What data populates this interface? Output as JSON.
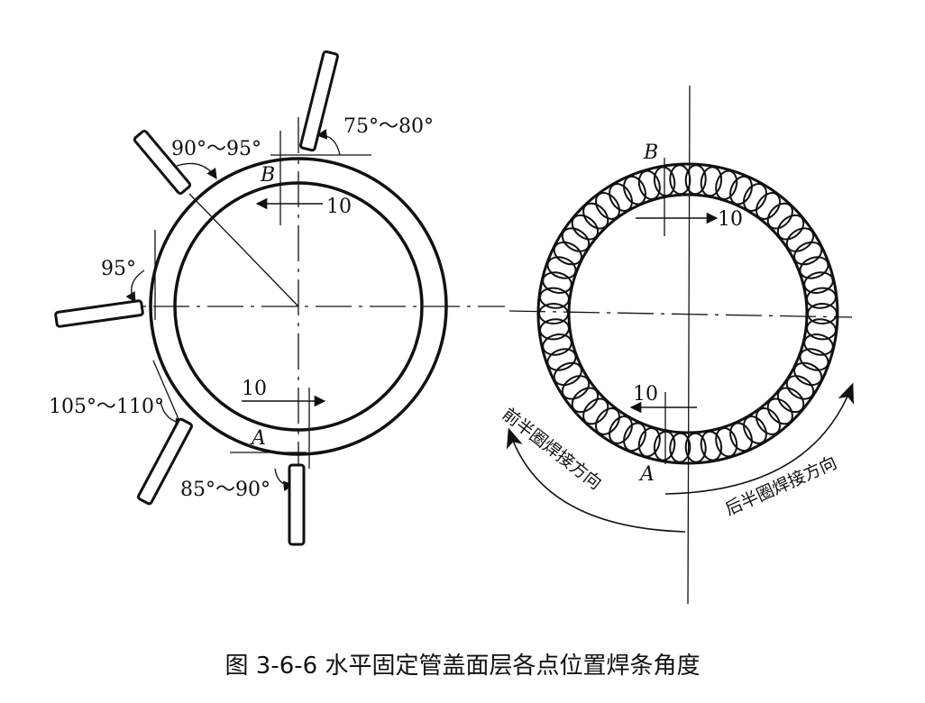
{
  "left_figure": {
    "angle_top": "75°～80°",
    "angle_upper_left": "90°～95°",
    "angle_left": "95°",
    "angle_lower_left": "105°～110°",
    "angle_bottom": "85°～90°",
    "point_top": "B",
    "point_bottom": "A",
    "offset_top": "10",
    "offset_bottom": "10"
  },
  "right_figure": {
    "point_top": "B",
    "point_bottom": "A",
    "offset_top": "10",
    "offset_bottom": "10",
    "direction_front": "前半圈焊接方向",
    "direction_back": "后半圈焊接方向"
  },
  "caption": "图 3-6-6 水平固定管盖面层各点位置焊条角度"
}
